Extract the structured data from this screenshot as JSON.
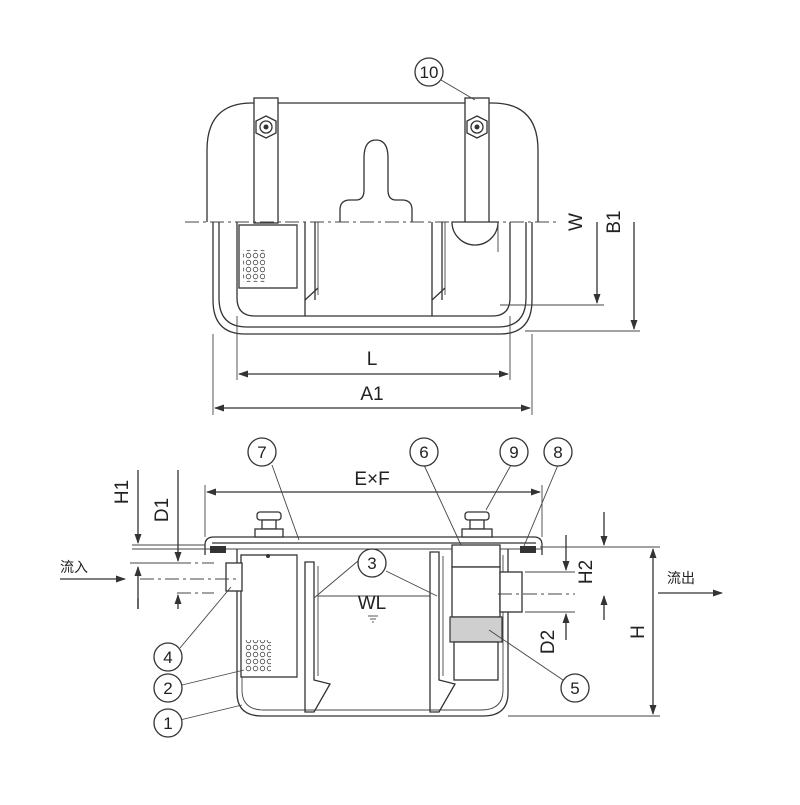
{
  "labels": {
    "dim_L": "L",
    "dim_A1": "A1",
    "dim_W": "W",
    "dim_B1": "B1",
    "dim_ExF": "E×F",
    "dim_H1": "H1",
    "dim_D1": "D1",
    "dim_H2": "H2",
    "dim_D2": "D2",
    "dim_H": "H",
    "water_level": "WL",
    "inflow": "流入",
    "outflow": "流出"
  },
  "parts": [
    {
      "id": "p1",
      "number": "1"
    },
    {
      "id": "p2",
      "number": "2"
    },
    {
      "id": "p3",
      "number": "3"
    },
    {
      "id": "p4",
      "number": "4"
    },
    {
      "id": "p5",
      "number": "5"
    },
    {
      "id": "p6",
      "number": "6"
    },
    {
      "id": "p7",
      "number": "7"
    },
    {
      "id": "p8",
      "number": "8"
    },
    {
      "id": "p9",
      "number": "9"
    },
    {
      "id": "p10",
      "number": "10"
    }
  ],
  "colors": {
    "line": "#333333",
    "fill_gray": "#cfcfcf",
    "background": "#ffffff"
  }
}
